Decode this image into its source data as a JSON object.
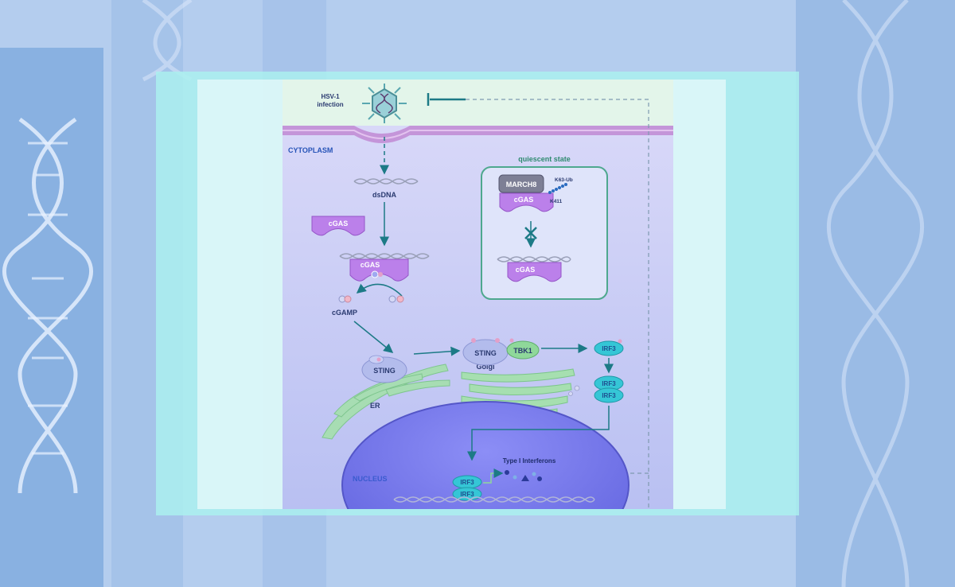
{
  "diagram": {
    "infection_label_line1": "HSV-1",
    "infection_label_line2": "infection",
    "cytoplasm_label": "CYTOPLASM",
    "dsdna_label": "dsDNA",
    "cgas_free_label": "cGAS",
    "cgas_bound_label": "cGAS",
    "cgamp_label": "cGAMP",
    "sting_er_label": "STING",
    "er_label": "ER",
    "sting_golgi_label": "STING",
    "tbk1_label": "TBK1",
    "golgi_label": "Golgi",
    "irf3_single_label": "IRF3",
    "irf3_dimer_top_label": "IRF3",
    "irf3_dimer_bottom_label": "IRF3",
    "nucleus_label": "NUCLEUS",
    "ifn_label": "Type I Interferons",
    "irf3_nuc_top_label": "IRF3",
    "irf3_nuc_bottom_label": "IRF3",
    "quiescent": {
      "title": "quiescent state",
      "march8_label": "MARCH8",
      "cgas_top_label": "cGAS",
      "k63_label": "K63-Ub",
      "k411_label": "K411",
      "cgas_bottom_label": "cGAS"
    }
  },
  "colors": {
    "arrow": "#1c7a86",
    "cgas": "#b97ee8",
    "sting": "#a9b4e6",
    "irf3": "#35c6d6",
    "tbk1": "#8fd89a",
    "nucleus": "#7d7ff0",
    "cell": "#cdd2f7"
  }
}
